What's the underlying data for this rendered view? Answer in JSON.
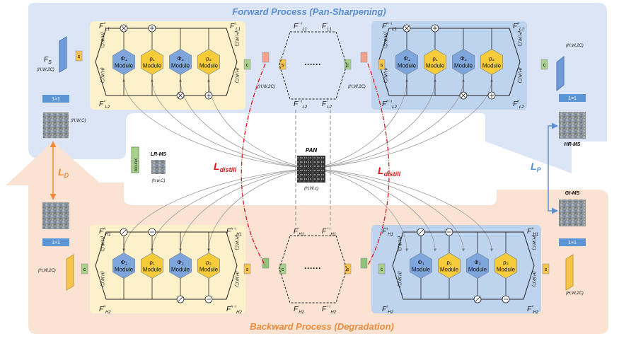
{
  "titles": {
    "forward": "Forward Process  (Pan-Sharpening)",
    "backward": "Backward Process (Degradation)"
  },
  "colors": {
    "forward_band": "#dbe5f5",
    "backward_band": "#fbe3d4",
    "yellow_block": "#fdf1cc",
    "blue_block": "#bed3ee",
    "phi_module": "#7ea6dd",
    "rho_module": "#f7cc3a",
    "forward_title": "#5b8fd4",
    "backward_title": "#ed8a3b",
    "loss_red": "#e0141a",
    "loss_orange": "#ed8a3b",
    "loss_blue": "#5b8fd4"
  },
  "modules": {
    "phi1": "Φ₁",
    "rho1": "ρ₁",
    "phi2": "Φ₂",
    "rho2": "ρ₂",
    "word": "Module"
  },
  "ops": {
    "conv": "1×1",
    "s": "s",
    "c": "c",
    "bicubic": "bicubic",
    "dots": "······"
  },
  "labels": {
    "fs": "F",
    "fs_sub": "S",
    "fs_shape": "(H,W,2C)",
    "lr_ms": "LR-MS",
    "lr_shape": "(h,w,C)",
    "in_img_shape": "(H,W,C)",
    "pan": "PAN",
    "pan_shape": "(H,W,c)",
    "hr_ms": "HR-MS",
    "gt_ms": "Gt-MS",
    "out_shape_top": "(H,W,2C)",
    "out_shape_bottom": "(H,W,2C)",
    "left_bottom_shape": "(H,W,2C)",
    "cat_shape_top": "(H,W,2C)",
    "cat_shape_mid": "(H,W,2C)",
    "hwc": "(H,W,C)"
  },
  "features": {
    "FL1_0": "F⁰L1",
    "FL2_0": "F⁰L2",
    "FL1_1": "F¹L1",
    "FL1_im1": "Fⁱ⁻¹L1",
    "FL1_i": "FⁱL1",
    "FL2_im1": "Fⁱ⁻¹L2",
    "FL2_i": "FⁱL2",
    "FL1_Nm1": "Fᴺ⁻¹L1",
    "FL1_N": "FᴺL1",
    "FL2_Nm1": "Fᴺ⁻¹L2",
    "FL2_N": "FᴺL2",
    "FH1_N": "FᴺH1",
    "FH1_Nm1": "Fᴺ⁻¹H1",
    "FH2_N": "FᴺH2",
    "FH2_Nm1": "Fᴺ⁻¹H2",
    "FH1_i": "FⁱH1",
    "FH1_im1": "Fⁱ⁻¹H1",
    "FH2_i": "FⁱH2",
    "FH2_im1": "Fⁱ⁻¹H2",
    "FH1_1": "F¹H1",
    "FH1_0": "F⁰H1",
    "FH2_1": "F¹H2",
    "FH2_0": "F⁰H2"
  },
  "losses": {
    "distill_left": "L",
    "distill_sub": "distill",
    "distill_right": "L",
    "ld": "L",
    "ld_sub": "D",
    "lp": "L",
    "lp_sub": "P"
  }
}
